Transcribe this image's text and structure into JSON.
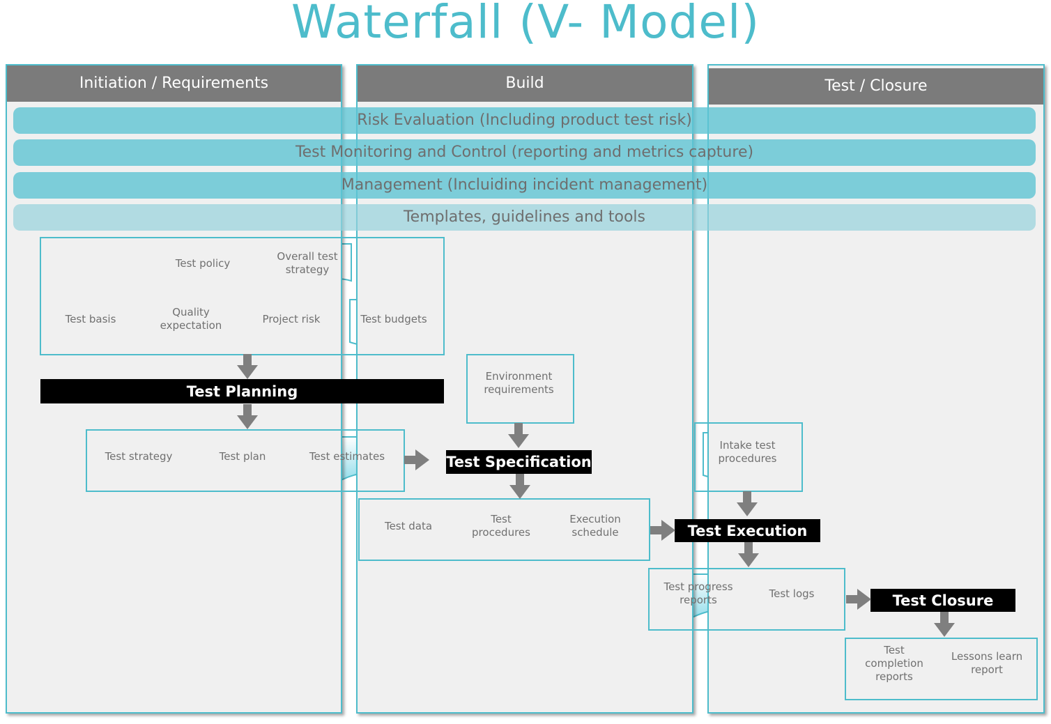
{
  "title": "Waterfall (V- Model)",
  "columns": [
    "Initiation / Requirements",
    "Build",
    "Test / Closure"
  ],
  "bands": [
    "Risk Evaluation (Including product test risk)",
    "Test Monitoring and Control (reporting and metrics capture)",
    "Management (Incluiding incident management)",
    "Templates, guidelines and tools"
  ],
  "processes": {
    "planning": "Test Planning",
    "specification": "Test Specification",
    "execution": "Test Execution",
    "closure": "Test Closure"
  },
  "inputs": {
    "test_policy": "Test policy",
    "overall_strategy": "Overall test strategy",
    "test_basis": "Test basis",
    "quality_expectation": "Quality expectation",
    "project_risk": "Project risk",
    "test_budgets": "Test budgets"
  },
  "planning_outputs": [
    "Test strategy",
    "Test plan",
    "Test estimates"
  ],
  "environment_requirements": "Environment requirements",
  "specification_outputs": [
    "Test data",
    "Test procedures",
    "Execution schedule"
  ],
  "intake_test_procedures": "Intake test procedures",
  "execution_outputs": [
    "Test progress reports",
    "Test logs"
  ],
  "closure_outputs": [
    "Test completion reports",
    "Lessons learn report"
  ],
  "colors": {
    "accent": "#4dbccb",
    "header": "#7b7b7b",
    "column_bg": "#f0f0f0",
    "process_bg": "#000000",
    "arrow": "#7f7f7f"
  }
}
